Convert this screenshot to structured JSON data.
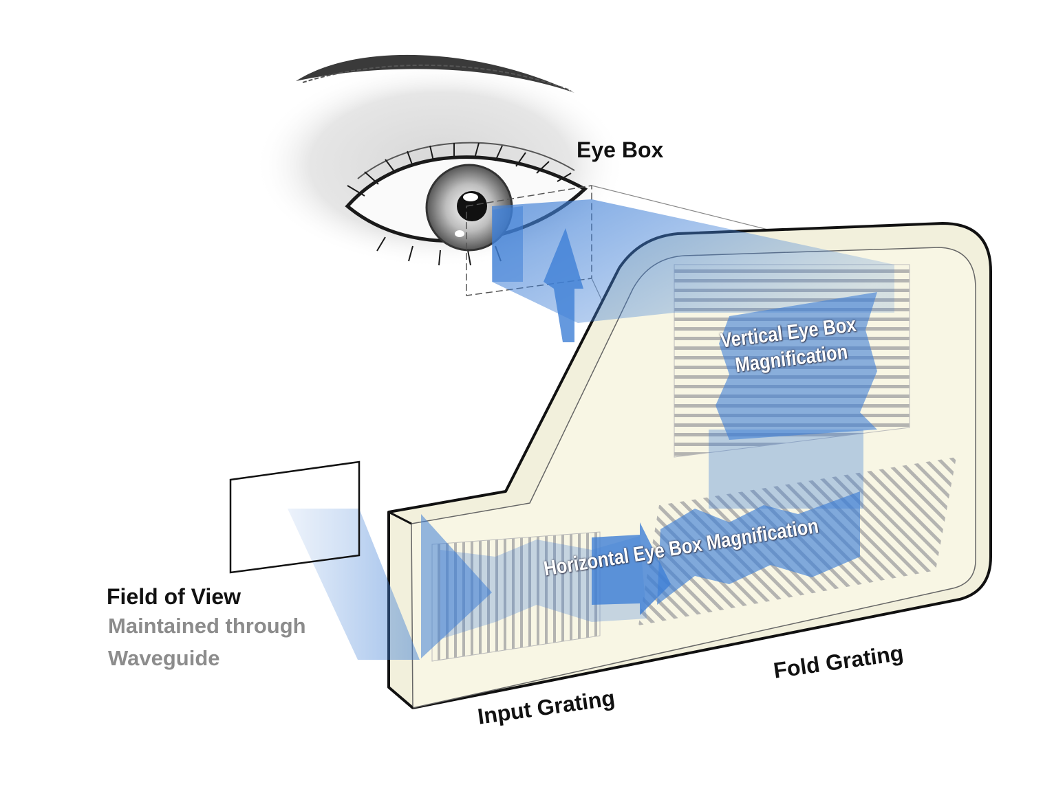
{
  "labels": {
    "eye_box": "Eye Box",
    "field_of_view": "Field of View",
    "fov_note_line1": "Maintained through",
    "fov_note_line2": "Waveguide",
    "vertical_mag_line1": "Vertical Eye Box",
    "vertical_mag_line2": "Magnification",
    "horizontal_mag": "Horizontal Eye Box Magnification",
    "input_grating": "Input Grating",
    "fold_grating": "Fold Grating"
  },
  "colors": {
    "beam_blue": "#3f7fd6",
    "waveguide_fill": "#f7f5e1",
    "outline": "#111111",
    "grating_lines": "#9a9a9a",
    "label_dark": "#111111",
    "label_grey": "#8c8c8c"
  },
  "icons": {
    "eye": "eye-illustration",
    "projector_frame": "field-of-view-frame"
  }
}
